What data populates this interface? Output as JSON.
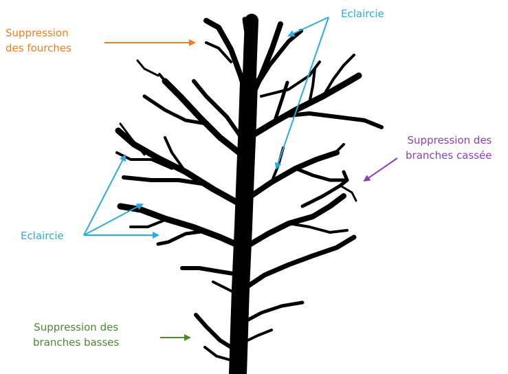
{
  "annotations": {
    "forks": {
      "line1": "Suppression",
      "line2": "des fourches"
    },
    "thinning_top": {
      "text": "Eclaircie"
    },
    "broken": {
      "line1": "Suppression des",
      "line2": "branches cassée"
    },
    "thinning_left": {
      "text": "Eclaircie"
    },
    "low": {
      "line1": "Suppression des",
      "line2": "branches basses"
    }
  },
  "colors": {
    "forks": "#f07d22",
    "thinning": "#29abe2",
    "broken": "#8b3fb6",
    "low": "#4a8a2c",
    "tree": "#000000"
  }
}
